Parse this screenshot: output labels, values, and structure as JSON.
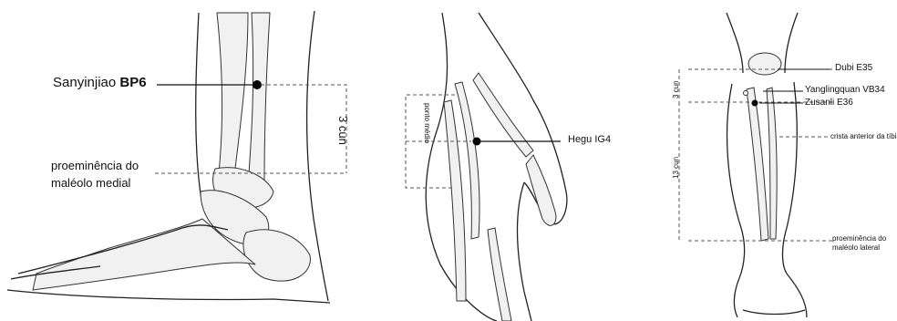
{
  "panel1": {
    "point_name": "Sanyinjiao",
    "point_code": "BP6",
    "distance": "3 cun",
    "reference_line1": "proeminência do",
    "reference_line2": "maléolo medial"
  },
  "panel2": {
    "point_label": "Hegu  IG4",
    "midpoint_label": "ponto médio"
  },
  "panel3": {
    "dubi": "Dubi E35",
    "yanglingquan": "Yanglingquan VB34",
    "zusanli": "Zusanli E36",
    "crista": "crista anterior da tíbia",
    "maleolo_line1": "proeminência do",
    "maleolo_line2": "maléolo lateral",
    "cun_3": "3 cun",
    "cun_13": "13 cun"
  }
}
